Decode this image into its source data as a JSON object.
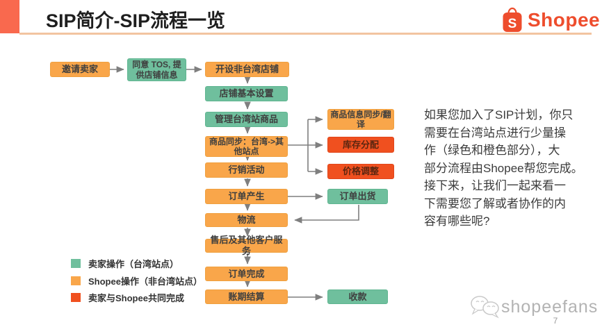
{
  "header": {
    "title": "SIP简介-SIP流程一览",
    "logo_text": "Shopee"
  },
  "flow": {
    "nodes": [
      {
        "label": "邀请卖家",
        "type": "shopee-orange"
      },
      {
        "label": "同意 TOS, 提供店铺信息",
        "type": "seller-green"
      },
      {
        "label": "开设非台湾店铺",
        "type": "shopee-orange"
      },
      {
        "label": "店铺基本设置",
        "type": "seller-green"
      },
      {
        "label": "管理台湾站商品",
        "type": "seller-green"
      },
      {
        "label": "商品同步：台湾->其他站点",
        "type": "shopee-orange"
      },
      {
        "label": "行销活动",
        "type": "shopee-orange"
      },
      {
        "label": "订单产生",
        "type": "shopee-orange"
      },
      {
        "label": "物流",
        "type": "shopee-orange"
      },
      {
        "label": "售后及其他客户服务",
        "type": "shopee-orange"
      },
      {
        "label": "订单完成",
        "type": "shopee-orange"
      },
      {
        "label": "账期结算",
        "type": "shopee-orange"
      },
      {
        "label": "商品信息同步/翻译",
        "type": "shopee-orange"
      },
      {
        "label": "库存分配",
        "type": "joint-red"
      },
      {
        "label": "价格调整",
        "type": "joint-red"
      },
      {
        "label": "订单出货",
        "type": "seller-green"
      },
      {
        "label": "收款",
        "type": "seller-green"
      }
    ]
  },
  "legend": {
    "items": [
      {
        "label": "卖家操作（台湾站点）",
        "color": "#6FBF9D"
      },
      {
        "label": "Shopee操作（非台湾站点）",
        "color": "#F9A64A"
      },
      {
        "label": "卖家与Shopee共同完成",
        "color": "#F0501F"
      }
    ]
  },
  "note": {
    "text": "如果您加入了SIP计划，你只\n需要在台湾站点进行少量操\n作（绿色和橙色部分），大\n部分流程由Shopee帮您完成。\n接下来，让我们一起来看一\n下需要您了解或者协作的内\n容有哪些呢?"
  },
  "footer": {
    "watermark": "shopeefans",
    "page_number": "7"
  },
  "colors": {
    "brand": "#EE4D2D",
    "seller_green": "#6FBF9D",
    "shopee_orange": "#F9A64A",
    "joint_red": "#F0501F",
    "header_block": "#F9694E",
    "header_underline": "#F2C4A0",
    "arrow_gray": "#7F7F7F"
  }
}
